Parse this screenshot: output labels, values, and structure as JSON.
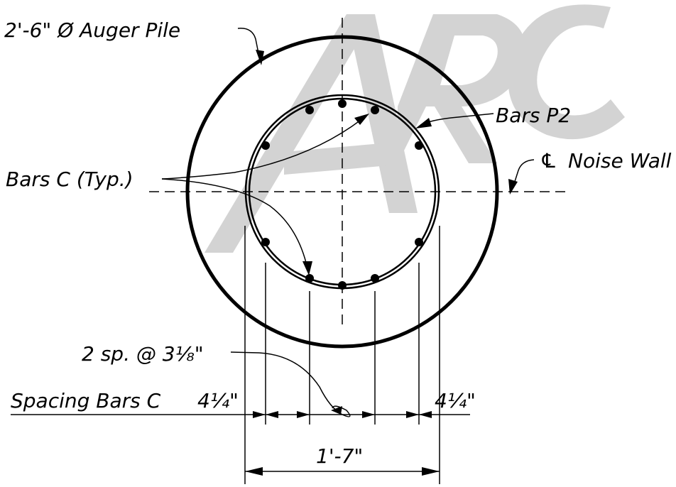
{
  "watermark": {
    "text": "ARC",
    "color": "#d3d3d3"
  },
  "labels": {
    "auger_pile": "2'-6\" Ø Auger Pile",
    "bars_p2": "Bars P2",
    "noise_wall": "Noise Wall",
    "centerline_symbol": "℄",
    "bars_c_typ": "Bars C (Typ.)",
    "spacing_note": "2 sp. @ 3⅛\"",
    "spacing_bars_c": "Spacing Bars C",
    "dim_left": "4¼\"",
    "dim_right": "4¼\"",
    "dim_overall": "1'-7\""
  },
  "colors": {
    "line": "#000000",
    "background": "#ffffff"
  }
}
